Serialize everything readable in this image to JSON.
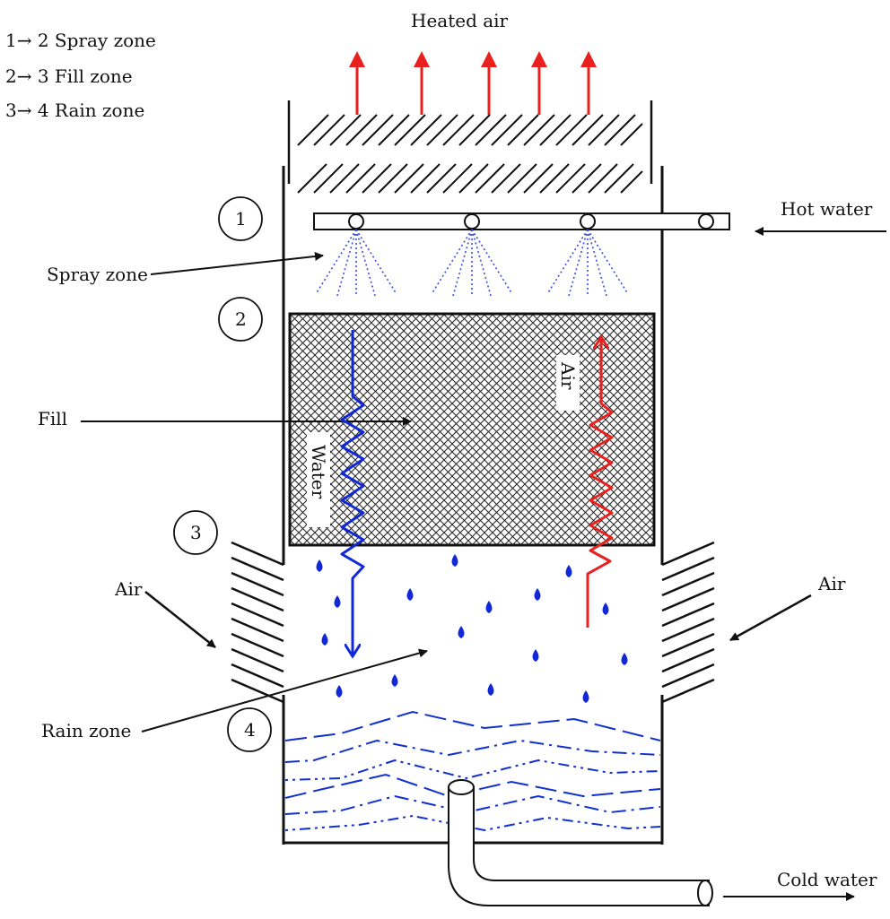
{
  "legend": {
    "item1": "1→ 2 Spray zone",
    "item2": "2→ 3 Fill zone",
    "item3": "3→ 4 Rain zone"
  },
  "labels": {
    "heated_air": "Heated air",
    "hot_water": "Hot water",
    "spray_zone": "Spray zone",
    "fill": "Fill",
    "rain_zone": "Rain zone",
    "air_left": "Air",
    "air_right": "Air",
    "cold_water": "Cold water",
    "water_in_fill": "Water",
    "air_in_fill": "Air"
  },
  "zone_markers": [
    "1",
    "2",
    "3",
    "4"
  ],
  "colors": {
    "hot_air": "#e8201e",
    "water": "#1028d8",
    "structure": "#111111",
    "spray": "#3a4de0",
    "basin_water": "#1030d0"
  }
}
